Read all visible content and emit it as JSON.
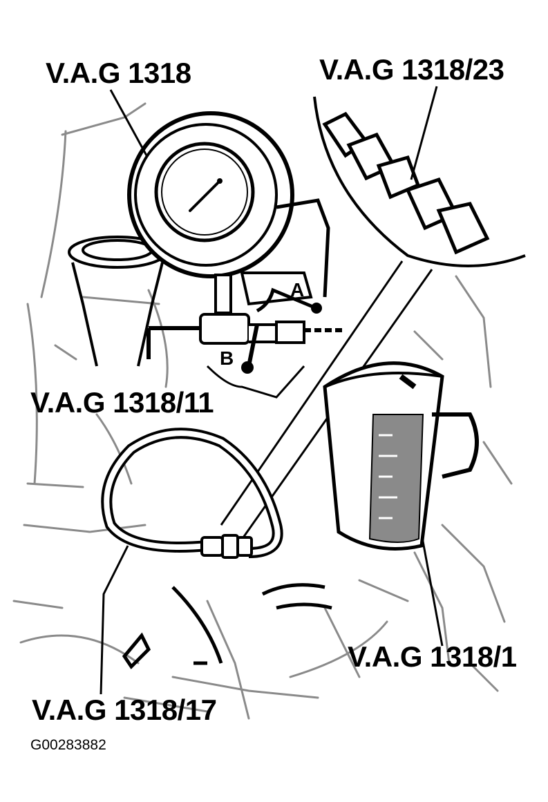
{
  "callouts": {
    "gauge": "V.A.G 1318",
    "adapter_inset": "V.A.G 1318/23",
    "valve": "V.A.G 1318/11",
    "beaker": "V.A.G 1318/1",
    "hose": "V.A.G 1318/17",
    "valve_a": "A",
    "valve_b": "B"
  },
  "figure_id": "G00283882",
  "colors": {
    "ink": "#000000",
    "paper": "#ffffff",
    "gray": "#8a8a8a"
  }
}
